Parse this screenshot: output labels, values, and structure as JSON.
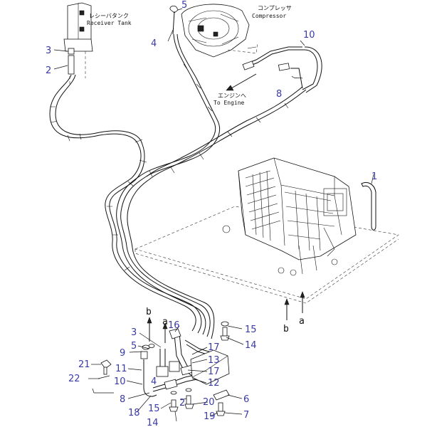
{
  "diagram": {
    "labels": {
      "receiver_tank_jp": "レシーバタンク",
      "receiver_tank_en": "Receiver Tank",
      "compressor_jp": "コンプレッサ",
      "compressor_en": "Compressor",
      "to_engine_jp": "エンジンへ",
      "to_engine_en": "To Engine",
      "arrow_a": "a",
      "arrow_b": "b"
    },
    "callouts": [
      {
        "id": "c1",
        "text": "1"
      },
      {
        "id": "c2-top",
        "text": "2"
      },
      {
        "id": "c3-top",
        "text": "3"
      },
      {
        "id": "c4-top",
        "text": "4"
      },
      {
        "id": "c5-top",
        "text": "5"
      },
      {
        "id": "c8-top",
        "text": "8"
      },
      {
        "id": "c10-top",
        "text": "10"
      },
      {
        "id": "c3-bot",
        "text": "3"
      },
      {
        "id": "c16",
        "text": "16"
      },
      {
        "id": "c5-bot",
        "text": "5"
      },
      {
        "id": "c9",
        "text": "9"
      },
      {
        "id": "c4-bot",
        "text": "4"
      },
      {
        "id": "c21",
        "text": "21"
      },
      {
        "id": "c11",
        "text": "11"
      },
      {
        "id": "c22",
        "text": "22"
      },
      {
        "id": "c10-bot",
        "text": "10"
      },
      {
        "id": "c8-bot",
        "text": "8"
      },
      {
        "id": "c18",
        "text": "18"
      },
      {
        "id": "c15-bot",
        "text": "15"
      },
      {
        "id": "c14-bot",
        "text": "14"
      },
      {
        "id": "c2-bot",
        "text": "2"
      },
      {
        "id": "c17-a",
        "text": "17"
      },
      {
        "id": "c13",
        "text": "13"
      },
      {
        "id": "c17-b",
        "text": "17"
      },
      {
        "id": "c12",
        "text": "12"
      },
      {
        "id": "c20",
        "text": "20"
      },
      {
        "id": "c19",
        "text": "19"
      },
      {
        "id": "c15-right",
        "text": "15"
      },
      {
        "id": "c14-right",
        "text": "14"
      },
      {
        "id": "c6",
        "text": "6"
      },
      {
        "id": "c7",
        "text": "7"
      }
    ]
  }
}
